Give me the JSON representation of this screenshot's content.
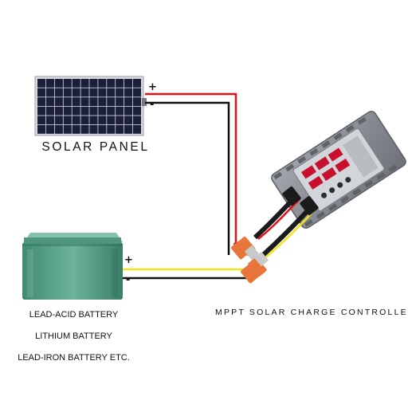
{
  "labels": {
    "solar_panel": "SOLAR PANEL",
    "controller": "MPPT SOLAR CHARGE CONTROLLER",
    "battery_lines": [
      "LEAD-ACID BATTERY",
      "LITHIUM BATTERY",
      "LEAD-IRON BATTERY ETC."
    ]
  },
  "polarity": {
    "panel_positive": "+",
    "panel_negative": "-",
    "battery_positive": "+",
    "battery_negative": "-"
  },
  "colors": {
    "wire_positive_panel": "#e3121a",
    "wire_negative": "#111111",
    "wire_positive_battery": "#f2e31a",
    "panel_cell": "#1b1f3a",
    "panel_frame": "#cfd3d8",
    "battery_body": "#5aa08a",
    "controller_body": "#8a8e94",
    "display_red": "#c8102e",
    "connector_orange": "#e8763a"
  },
  "icons": {
    "panel": "solar-panel-icon",
    "battery": "battery-icon",
    "controller": "charge-controller-icon"
  }
}
